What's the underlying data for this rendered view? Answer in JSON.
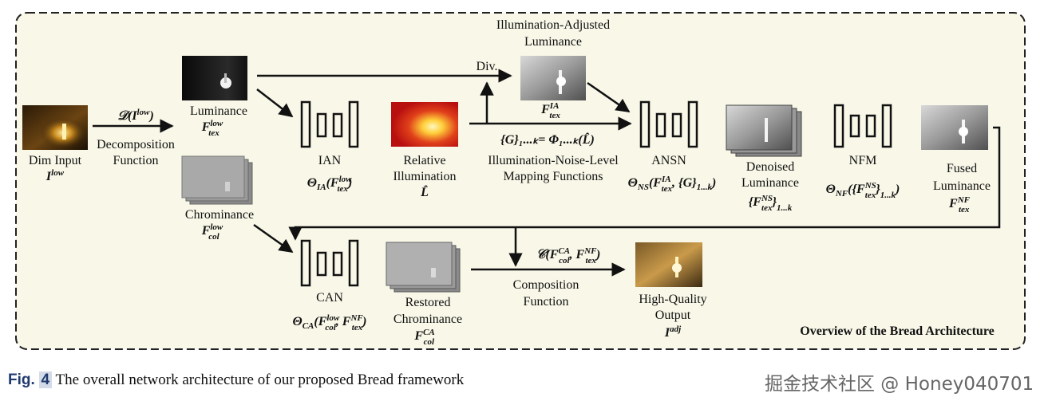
{
  "labels": {
    "dim_input": "Dim Input",
    "decomp_fn": "𝒟(I",
    "decomp_sup": "low",
    "decomp_close": ")",
    "decomp_1": "Decomposition",
    "decomp_2": "Function",
    "luminance": "Luminance",
    "chrominance": "Chrominance",
    "ian": "IAN",
    "rel_illum_1": "Relative",
    "rel_illum_2": "Illumination",
    "div": "Div.",
    "ial_1": "Illumination-Adjusted",
    "ial_2": "Luminance",
    "inl_1": "Illumination-Noise-Level",
    "inl_2": "Mapping Functions",
    "mapping_eq": "{G}₁...ₖ= Φ₁...ₖ(L̂)",
    "ansn": "ANSN",
    "denoised_1": "Denoised",
    "denoised_2": "Luminance",
    "nfm": "NFM",
    "fused_1": "Fused",
    "fused_2": "Luminance",
    "can": "CAN",
    "restored_1": "Restored",
    "restored_2": "Chrominance",
    "comp_fn_1": "Composition",
    "comp_fn_2": "Function",
    "comp_eq": "𝒞(F",
    "hq_1": "High-Quality",
    "hq_2": "Output",
    "overview": "Overview of the Bread Architecture"
  },
  "math": {
    "i_low": "I",
    "i_low_sup": "low",
    "f_tex_low": "F",
    "f_tex_low_sup": "low",
    "f_tex_low_sub": "tex",
    "f_col_low": "F",
    "f_col_low_sup": "low",
    "f_col_low_sub": "col",
    "theta_ia": "Θ",
    "theta_ia_sub": "IA",
    "theta_ia_arg": "(F",
    "theta_ia_arg_sup": "low",
    "theta_ia_arg_sub": "tex",
    "theta_ia_close": ")",
    "l_hat": "L̂",
    "f_tex_ia": "F",
    "f_tex_ia_sup": "IA",
    "f_tex_ia_sub": "tex",
    "theta_ns": "Θ",
    "theta_ns_sub": "NS",
    "theta_ns_arg": "(F",
    "theta_ns_arg_sup": "IA",
    "theta_ns_arg_sub": "tex",
    "theta_ns_rest": ", {G}",
    "theta_ns_rest_sub": "1...k",
    "theta_ns_close": ")",
    "f_tex_ns": "{F",
    "f_tex_ns_sup": "NS",
    "f_tex_ns_sub": "tex",
    "f_tex_ns_close": "}",
    "f_tex_ns_close_sub": "1...k",
    "theta_nf": "Θ",
    "theta_nf_sub": "NF",
    "theta_nf_arg": "({F",
    "theta_nf_arg_sup": "NS",
    "theta_nf_arg_sub": "tex",
    "theta_nf_close": "}",
    "theta_nf_close_sub": "1...k",
    "theta_nf_end": ")",
    "f_tex_nf": "F",
    "f_tex_nf_sup": "NF",
    "f_tex_nf_sub": "tex",
    "theta_ca": "Θ",
    "theta_ca_sub": "CA",
    "theta_ca_arg": "(F",
    "theta_ca_arg_sup": "low",
    "theta_ca_arg_sub": "col",
    "theta_ca_mid": ", F",
    "theta_ca_mid_sup": "NF",
    "theta_ca_mid_sub": "tex",
    "theta_ca_close": ")",
    "f_col_ca": "F",
    "f_col_ca_sup": "CA",
    "f_col_ca_sub": "col",
    "comp_sup": "CA",
    "comp_sub": "col",
    "comp_mid": ", F",
    "comp_mid_sup": "NF",
    "comp_mid_sub": "tex",
    "comp_close": ")",
    "i_adj": "I",
    "i_adj_sup": "adj"
  },
  "caption": {
    "fig": "Fig.",
    "num": "4",
    "text": "The overall network architecture of our proposed Bread framework"
  },
  "watermark": "掘金技术社区 @ Honey040701",
  "colors": {
    "panel_bg": "#f8f7e8",
    "border": "#222222"
  }
}
